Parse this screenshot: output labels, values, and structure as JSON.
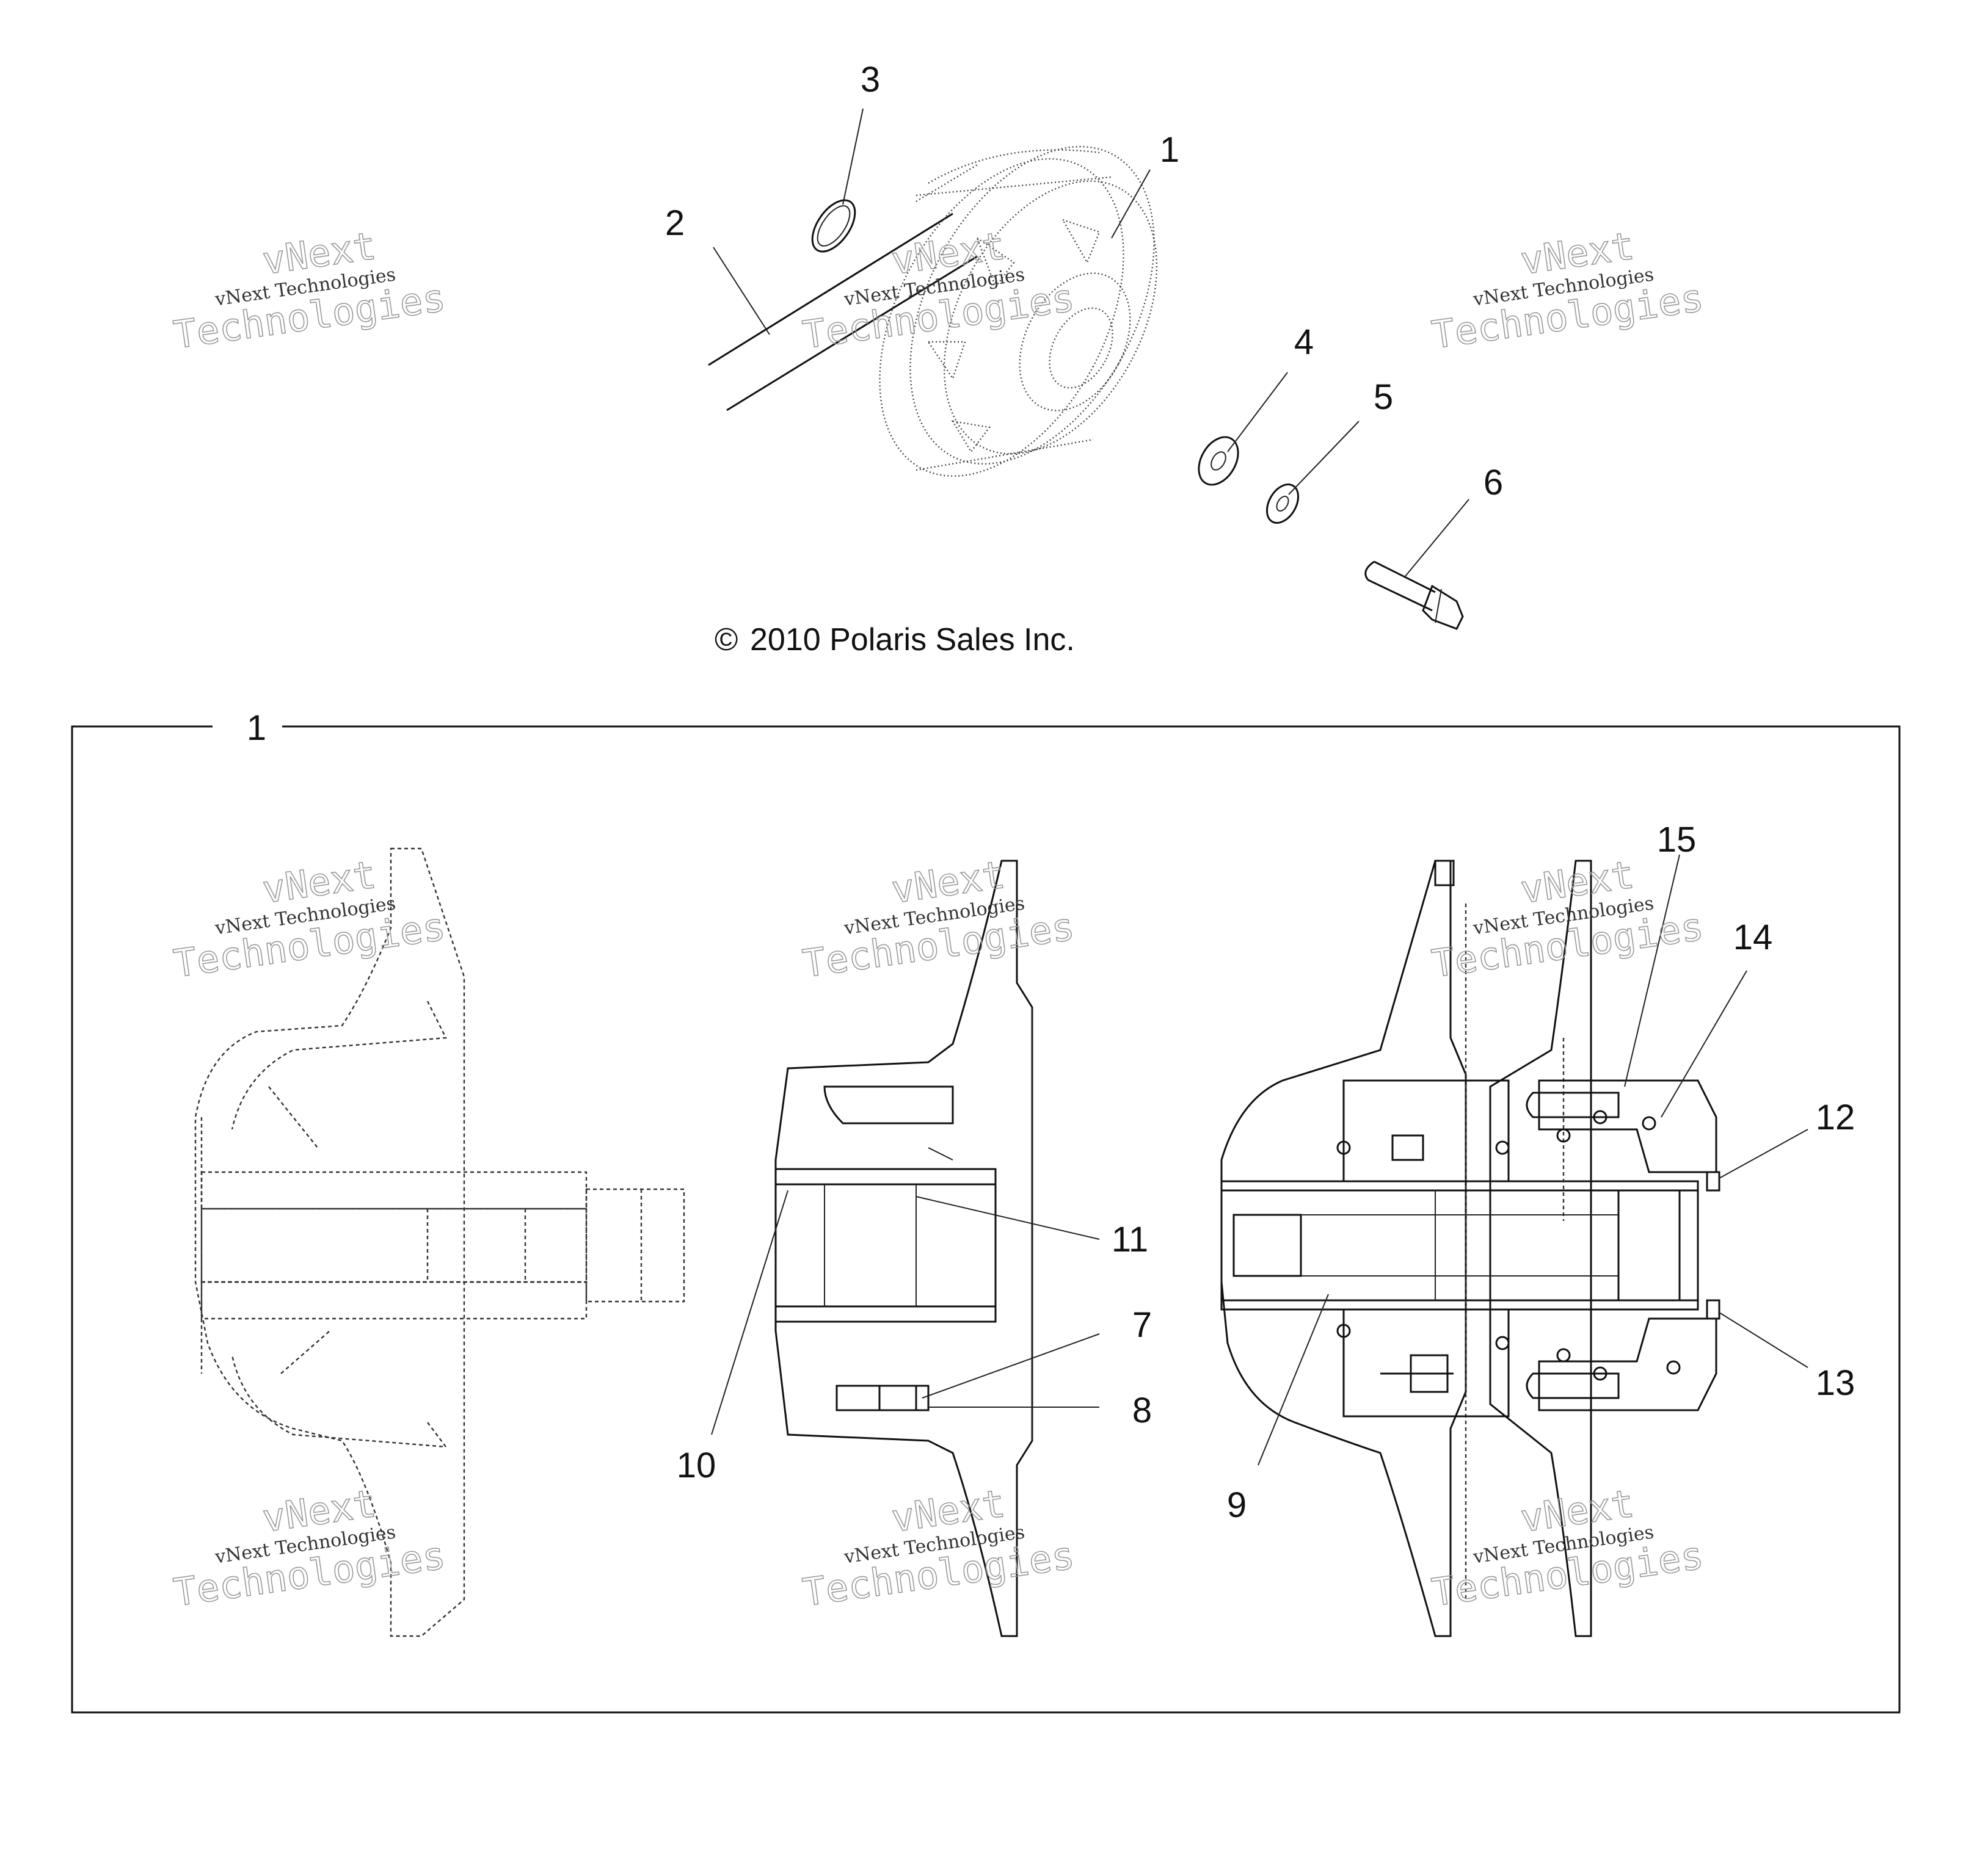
{
  "callouts_top": [
    "1",
    "2",
    "3",
    "4",
    "5",
    "6"
  ],
  "copyright": "2010 Polaris Sales Inc.",
  "copyright_symbol": "©",
  "box_label": "1",
  "callouts_detail": [
    "7",
    "8",
    "9",
    "10",
    "11",
    "12",
    "13",
    "14",
    "15"
  ],
  "watermark": {
    "line1": "vNext",
    "line2": "vNext Technologies",
    "line3": "Technologies"
  }
}
